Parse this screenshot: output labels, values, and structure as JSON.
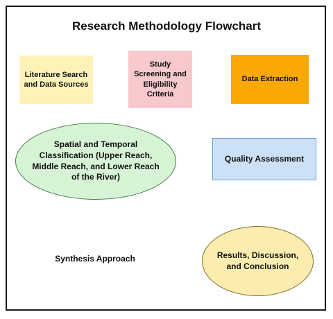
{
  "title": "Research Methodology Flowchart",
  "nodes": {
    "literature": "Literature Search and Data Sources",
    "screening": "Study Screening and Eligibility Criteria",
    "extraction": "Data Extraction",
    "quality": "Quality Assessment",
    "classification": "Spatial and Temporal Classification (Upper Reach, Middle Reach, and Lower Reach of the River)",
    "synthesis": "Synthesis Approach",
    "results": "Results, Discussion, and Conclusion"
  },
  "colors": {
    "literature": "#fdf3b8",
    "screening": "#f8c9cc",
    "extraction": "#fba705",
    "quality": "#cce1f6",
    "classification": "#d7f3d5",
    "synthesis": "#d3d6f6",
    "results": "#fbedb0",
    "arrow": "#1a1a1a"
  }
}
